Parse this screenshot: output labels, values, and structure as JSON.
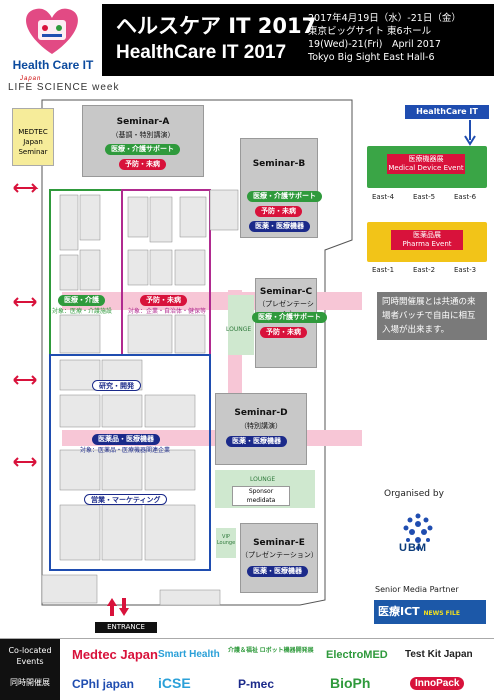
{
  "header": {
    "logo_text": "Health Care IT",
    "title_jp": "ヘルスケア IT 2017",
    "title_en": "HealthCare IT 2017",
    "date_jp": "2017年4月19日（水）-21日（金）",
    "venue_jp": "東京ビッグサイト 東6ホール",
    "date_en": "19(Wed)-21(Fri)　April 2017",
    "venue_en": "Tokyo Big Sight East Hall-6"
  },
  "lsw": {
    "jp": "Japan",
    "name": "LIFE SCIENCE week"
  },
  "seminars": {
    "a": {
      "title": "Seminar-A",
      "sub": "（基調・特別講演）",
      "tag1": "医療・介護サポート",
      "tag2": "予防・未病"
    },
    "b": {
      "title": "Seminar-B",
      "tag1": "医療・介護サポート",
      "tag2": "予防・未病",
      "tag3": "医薬・医療機器"
    },
    "c": {
      "title": "Seminar-C",
      "sub": "（プレゼンテーション）",
      "tag1": "医療・介護サポート",
      "tag2": "予防・未病"
    },
    "d": {
      "title": "Seminar-D",
      "sub": "（特別講演）",
      "tag1": "医薬・医療機器"
    },
    "e": {
      "title": "Seminar-E",
      "sub": "（プレゼンテーション）",
      "tag1": "医薬・医療機器"
    }
  },
  "zones": {
    "medtec": "MEDTEC Japan Seminar",
    "care_label": "医療・介護",
    "care_sub": "対象：医療・介護施設",
    "prev_label": "予防・未病",
    "prev_sub": "対象：企業・自治体・健保等",
    "pharma_label": "医薬品・医療機器",
    "pharma_sub": "対象：医薬品・医療機器関連企業",
    "rd": "研究・開発",
    "sales": "営業・マーケティング",
    "lounge1": "LOUNGE",
    "lounge2": "LOUNGE",
    "sponsor": "Sponsor",
    "sponsor_name": "medidata",
    "vip": "VIP Lounge",
    "entrance": "ENTRANCE"
  },
  "legend": {
    "title": "HealthCare IT",
    "device_jp": "医療機器展",
    "device_en": "Medical Device Event",
    "pharma_jp": "医薬品展",
    "pharma_en": "Pharma Event",
    "east4": "East-4",
    "east5": "East-5",
    "east6": "East-6",
    "east1": "East-1",
    "east2": "East-2",
    "east3": "East-3"
  },
  "note": "同時開催展とは共通の来場者バッチで自由に相互入場が出来ます。",
  "organised": "Organised by",
  "ubm": "UBM",
  "senior": "Senior Media Partner",
  "ict": {
    "name": "医療ICT",
    "sub": "NEWS FILE"
  },
  "footer": {
    "label_en": "Co-located Events",
    "label_jp": "同時開催展",
    "events": [
      "Medtec Japan",
      "Smart Health",
      "介護＆福祉 ロボット機器開発展",
      "ElectroMED",
      "Test Kit Japan",
      "CPhI japan",
      "iCSE",
      "P-mec",
      "BioPh",
      "InnoPack"
    ]
  },
  "colors": {
    "green": "#2f9a3c",
    "red": "#d8123b",
    "navy": "#1b2a8a",
    "pink": "#f7c6d6",
    "blue": "#1f4db0"
  }
}
